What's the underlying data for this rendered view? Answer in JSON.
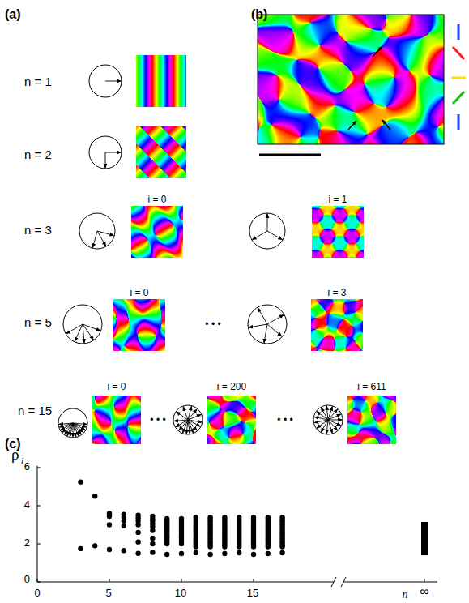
{
  "diagram": {
    "labels": [
      "(a)",
      "(b)",
      "(c)",
      "n = 1",
      "n = 2",
      "n = 3",
      "i = 0",
      "i = 1",
      "n = 5",
      "i = 0",
      "• • •",
      "i = 3",
      "n = 15",
      "i = 0",
      "• • •",
      "i = 200",
      "• • •",
      "i = 611",
      "ρ",
      "i",
      "6",
      "4",
      "2",
      "0",
      "0",
      "5",
      "10",
      "15",
      "n",
      "∞"
    ]
  }
}
